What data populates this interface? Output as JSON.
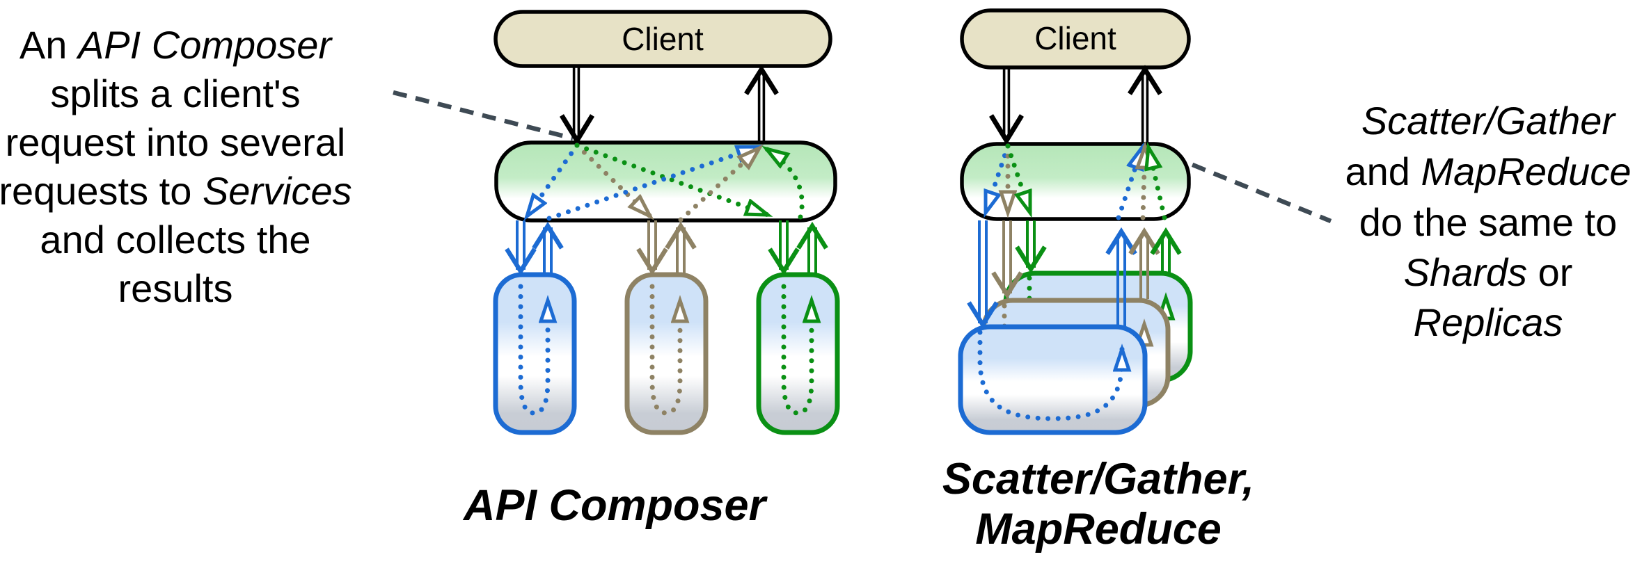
{
  "colors": {
    "blue": "#1c6bd3",
    "tan": "#8e8264",
    "green": "#0a9014",
    "client_fill": "#e7e2c6",
    "composer_green": "#b5e6b8",
    "service_top_blue": "#cfe2f8",
    "service_bottom_gray": "#c8cdd5",
    "dash": "#3e4a54",
    "outline": "#000000"
  },
  "annotations": {
    "left": {
      "l1a": "An ",
      "l1b": "API Composer",
      "l2": "splits a client's",
      "l3": "request into several",
      "l4a": "requests to ",
      "l4b": "Services",
      "l5": "and collects the",
      "l6": "results"
    },
    "right": {
      "l1": "Scatter/Gather",
      "l2a": "and ",
      "l2b": "MapReduce",
      "l3": "do the same to",
      "l4a": "Shards",
      "l4b": " or",
      "l5": "Replicas"
    }
  },
  "diagram_left": {
    "client_label": "Client",
    "caption": "API Composer"
  },
  "diagram_right": {
    "client_label": "Client",
    "caption_line1": "Scatter/Gather,",
    "caption_line2": "MapReduce"
  }
}
